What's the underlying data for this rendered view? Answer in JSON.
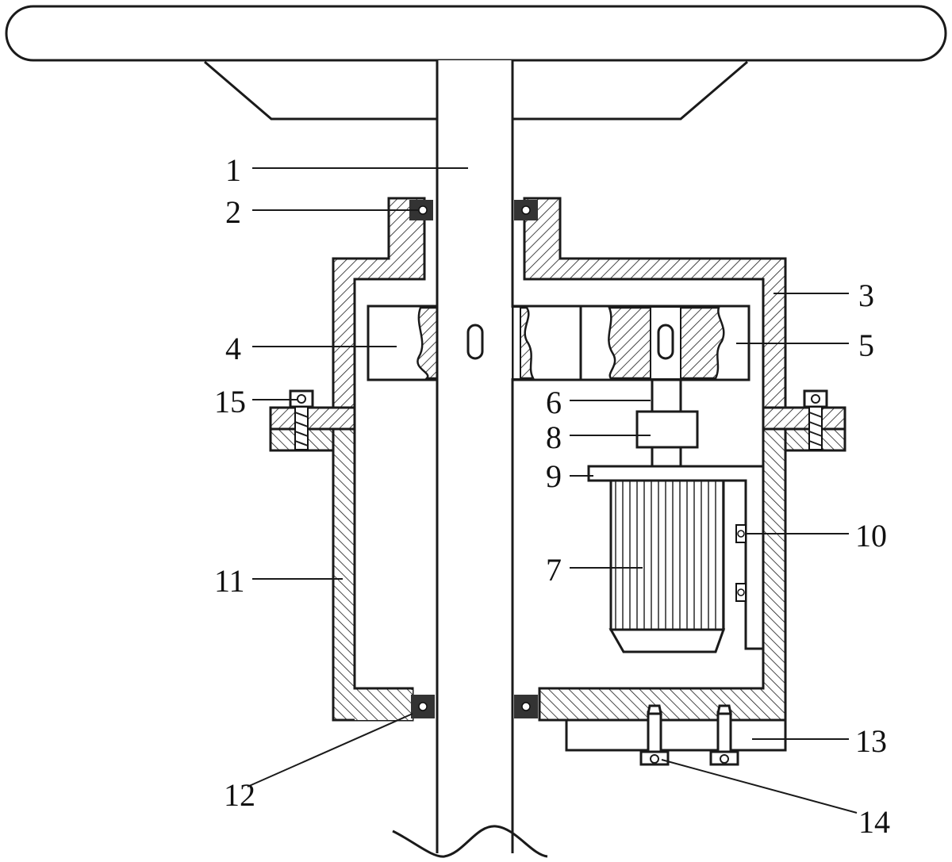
{
  "labels": {
    "l1": "1",
    "l2": "2",
    "l3": "3",
    "l4": "4",
    "l5": "5",
    "l6": "6",
    "l7": "7",
    "l8": "8",
    "l9": "9",
    "l10": "10",
    "l11": "11",
    "l12": "12",
    "l13": "13",
    "l14": "14",
    "l15": "15"
  },
  "colors": {
    "line": "#1a1a1a",
    "background": "#ffffff"
  }
}
